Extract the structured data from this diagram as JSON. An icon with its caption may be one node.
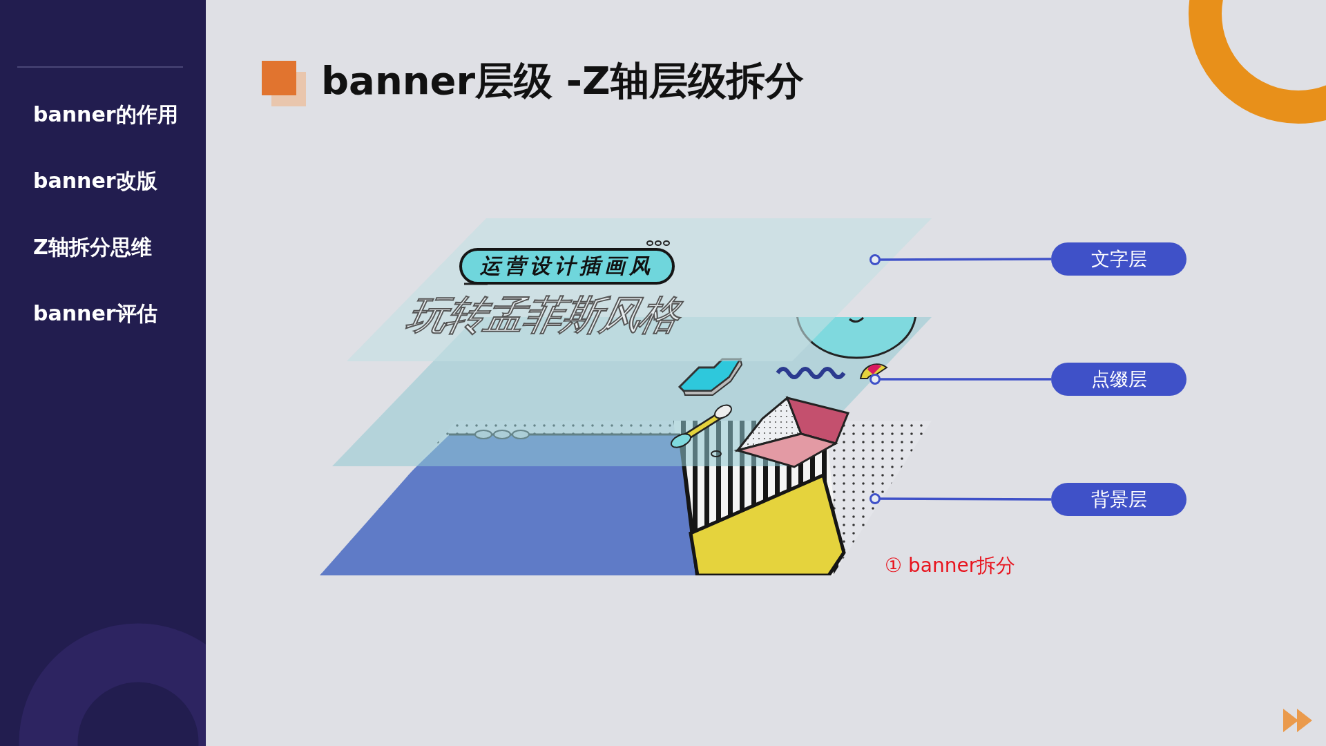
{
  "diagram": {
    "title": "banner层级 -Z轴层级拆分",
    "nodes": [
      {
        "text": [
          "运营设计插画风",
          "玩转孟菲斯风格"
        ]
      },
      {
        "text": [],
        "shape": "picture"
      },
      {
        "text": [],
        "shape": "picture"
      },
      {
        "text": [
          "文字层"
        ]
      },
      {
        "text": [
          "点缀层"
        ]
      },
      {
        "text": [
          "背景层"
        ]
      }
    ],
    "edges": [
      {
        "from": 3,
        "to": 0,
        "arrow": "other"
      },
      {
        "from": 4,
        "to": 1,
        "arrow": "other"
      },
      {
        "from": 5,
        "to": 2,
        "arrow": "other"
      }
    ],
    "labels": [
      "banner的作用",
      "banner改版",
      "Z轴拆分思维",
      "banner评估",
      "① banner拆分"
    ]
  }
}
